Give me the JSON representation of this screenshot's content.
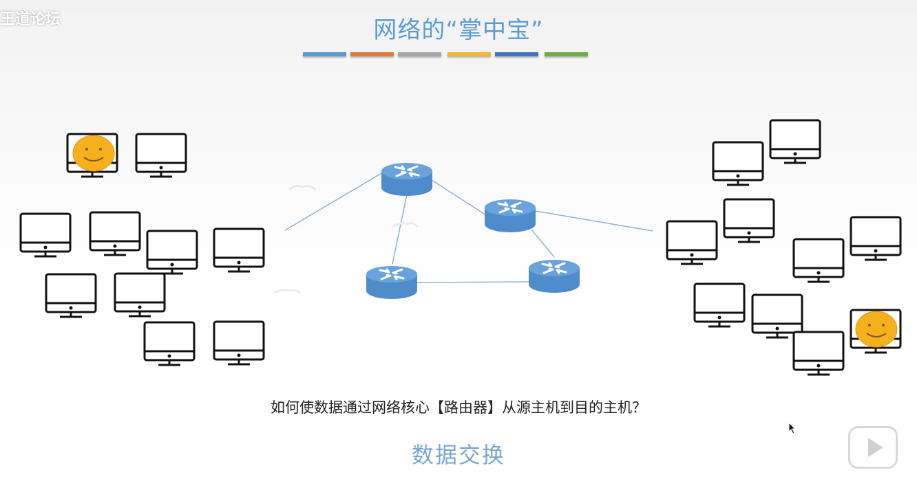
{
  "watermark": "王道论坛",
  "title": "网络的“掌中宝”",
  "color_bars": [
    "#5b9bd5",
    "#e07b39",
    "#a5a5a5",
    "#f2b632",
    "#4472c4",
    "#70ad47"
  ],
  "question": "如何使数据通过网络核心【路由器】从源主机到目的主机？",
  "subtitle": "数据交换",
  "colors": {
    "router_fill": "#5b9bd5",
    "link": "#8fb3d9",
    "smiley": "#f5b01e"
  },
  "icons": {
    "host": "computer-monitor-icon",
    "router": "router-icon",
    "user": "smiley-face-icon",
    "play": "play-icon"
  }
}
